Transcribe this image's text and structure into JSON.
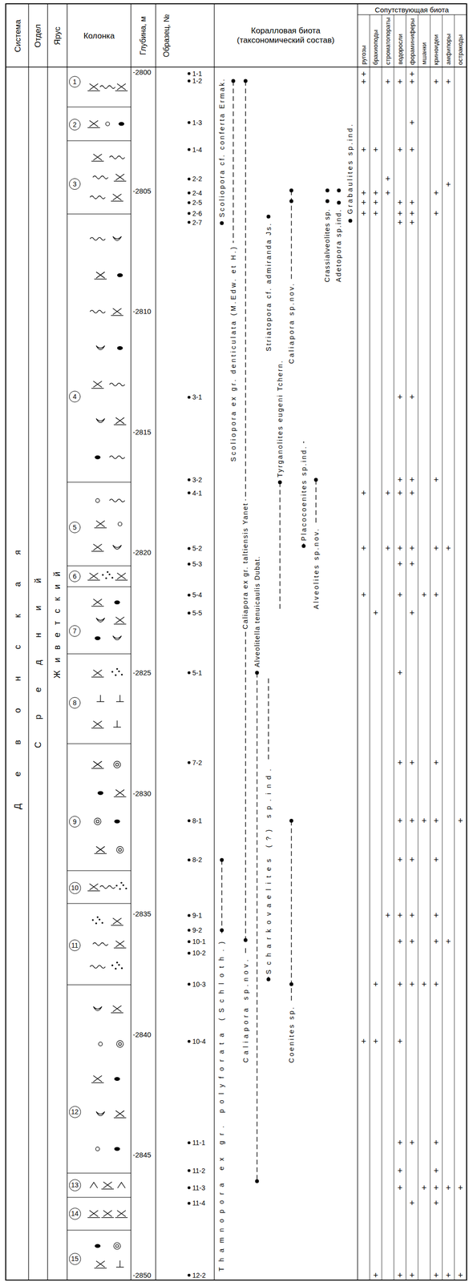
{
  "diagram": {
    "nodes": [
      {
        "text": [
          "1"
        ]
      },
      {
        "text": [
          "2"
        ]
      },
      {
        "text": [
          "3"
        ]
      },
      {
        "text": [
          "4"
        ]
      },
      {
        "text": [
          "5"
        ]
      },
      {
        "text": [
          "6"
        ]
      },
      {
        "text": [
          "7"
        ]
      },
      {
        "text": [
          "8"
        ]
      },
      {
        "text": [
          "9"
        ]
      },
      {
        "text": [
          "10"
        ]
      },
      {
        "text": [
          "11"
        ]
      },
      {
        "text": [
          "12"
        ]
      },
      {
        "text": [
          "13"
        ]
      },
      {
        "text": [
          "14"
        ]
      },
      {
        "text": [
          "15"
        ]
      }
    ],
    "labels": [
      "Система",
      "Отдел",
      "Ярус",
      "Колонка",
      "Глубина, м",
      "Образец, №",
      "Коралловая биота (таксономический состав)",
      "Сопутствующая биота",
      "ругозы",
      "брахиоподы",
      "строматопораты",
      "водоросли",
      "фораминиферы",
      "мшанки",
      "криноидеи",
      "амфипоры",
      "остракоды",
      "Девонская",
      "Средний",
      "Живетский",
      "-2800",
      "-2805",
      "-2810",
      "-2815",
      "-2820",
      "-2825",
      "-2830",
      "-2835",
      "-2840",
      "-2845",
      "-2850",
      "1-1",
      "1-2",
      "1-3",
      "1-4",
      "2-2",
      "2-4",
      "2-5",
      "2-6",
      "2-7",
      "3-1",
      "3-2",
      "4-1",
      "5-2",
      "5-3",
      "5-4",
      "5-5",
      "5-1",
      "7-2",
      "8-1",
      "8-2",
      "9-1",
      "9-2",
      "10-1",
      "10-2",
      "10-3",
      "10-4",
      "11-1",
      "11-2",
      "11-3",
      "11-4",
      "12-2",
      "Scoliopora cf. conferta Ermak.",
      "Scoliopora ex gr. denticulata (M.Edw. et H.)",
      "Caliapora ex gr. taltiensis Yanet",
      "Alveolitella tenuicaulis Dubat.",
      "Striatopora cf. admiranda Js.",
      "Tyrganolites eugeni Tchern.",
      "Caliapora sp.nov.",
      "Placocoenites sp.ind.",
      "Alveolites sp.nov.",
      "Crassialveolites sp.",
      "Adetopora sp.ind.",
      "Grabaulites sp.ind.",
      "Thamnopora ex gr. polyforata (Schloth.)",
      "Caliapora sp.nov.",
      "Scharkovaelites (?) sp.ind.",
      "Coenites sp.",
      "+",
      "+",
      "+",
      "+",
      "+",
      "+",
      "+",
      "+",
      "+",
      "+",
      "+",
      "+",
      "+",
      "+",
      "+",
      "+",
      "+",
      "+",
      "+",
      "+",
      "+",
      "+",
      "+",
      "+",
      "+",
      "+",
      "+",
      "+",
      "+",
      "+",
      "+",
      "+",
      "+",
      "+",
      "+",
      "+",
      "+",
      "+",
      "+",
      "+",
      "+",
      "+",
      "+",
      "+",
      "+",
      "+",
      "+",
      "+",
      "+",
      "+",
      "+",
      "+",
      "+",
      "+",
      "+",
      "+",
      "+",
      "+",
      "+",
      "+",
      "+",
      "+",
      "+",
      "+",
      "+",
      "+",
      "+",
      "+",
      "+",
      "+",
      "+",
      "+",
      "+",
      "+",
      "+",
      "+",
      "+",
      "+",
      "+",
      "+",
      "+",
      "+",
      "+",
      "+",
      "+",
      "+",
      "+",
      "+",
      "+",
      "+",
      "+",
      "+",
      "+",
      "+",
      "+",
      "+",
      "+",
      "+",
      "+"
    ]
  }
}
